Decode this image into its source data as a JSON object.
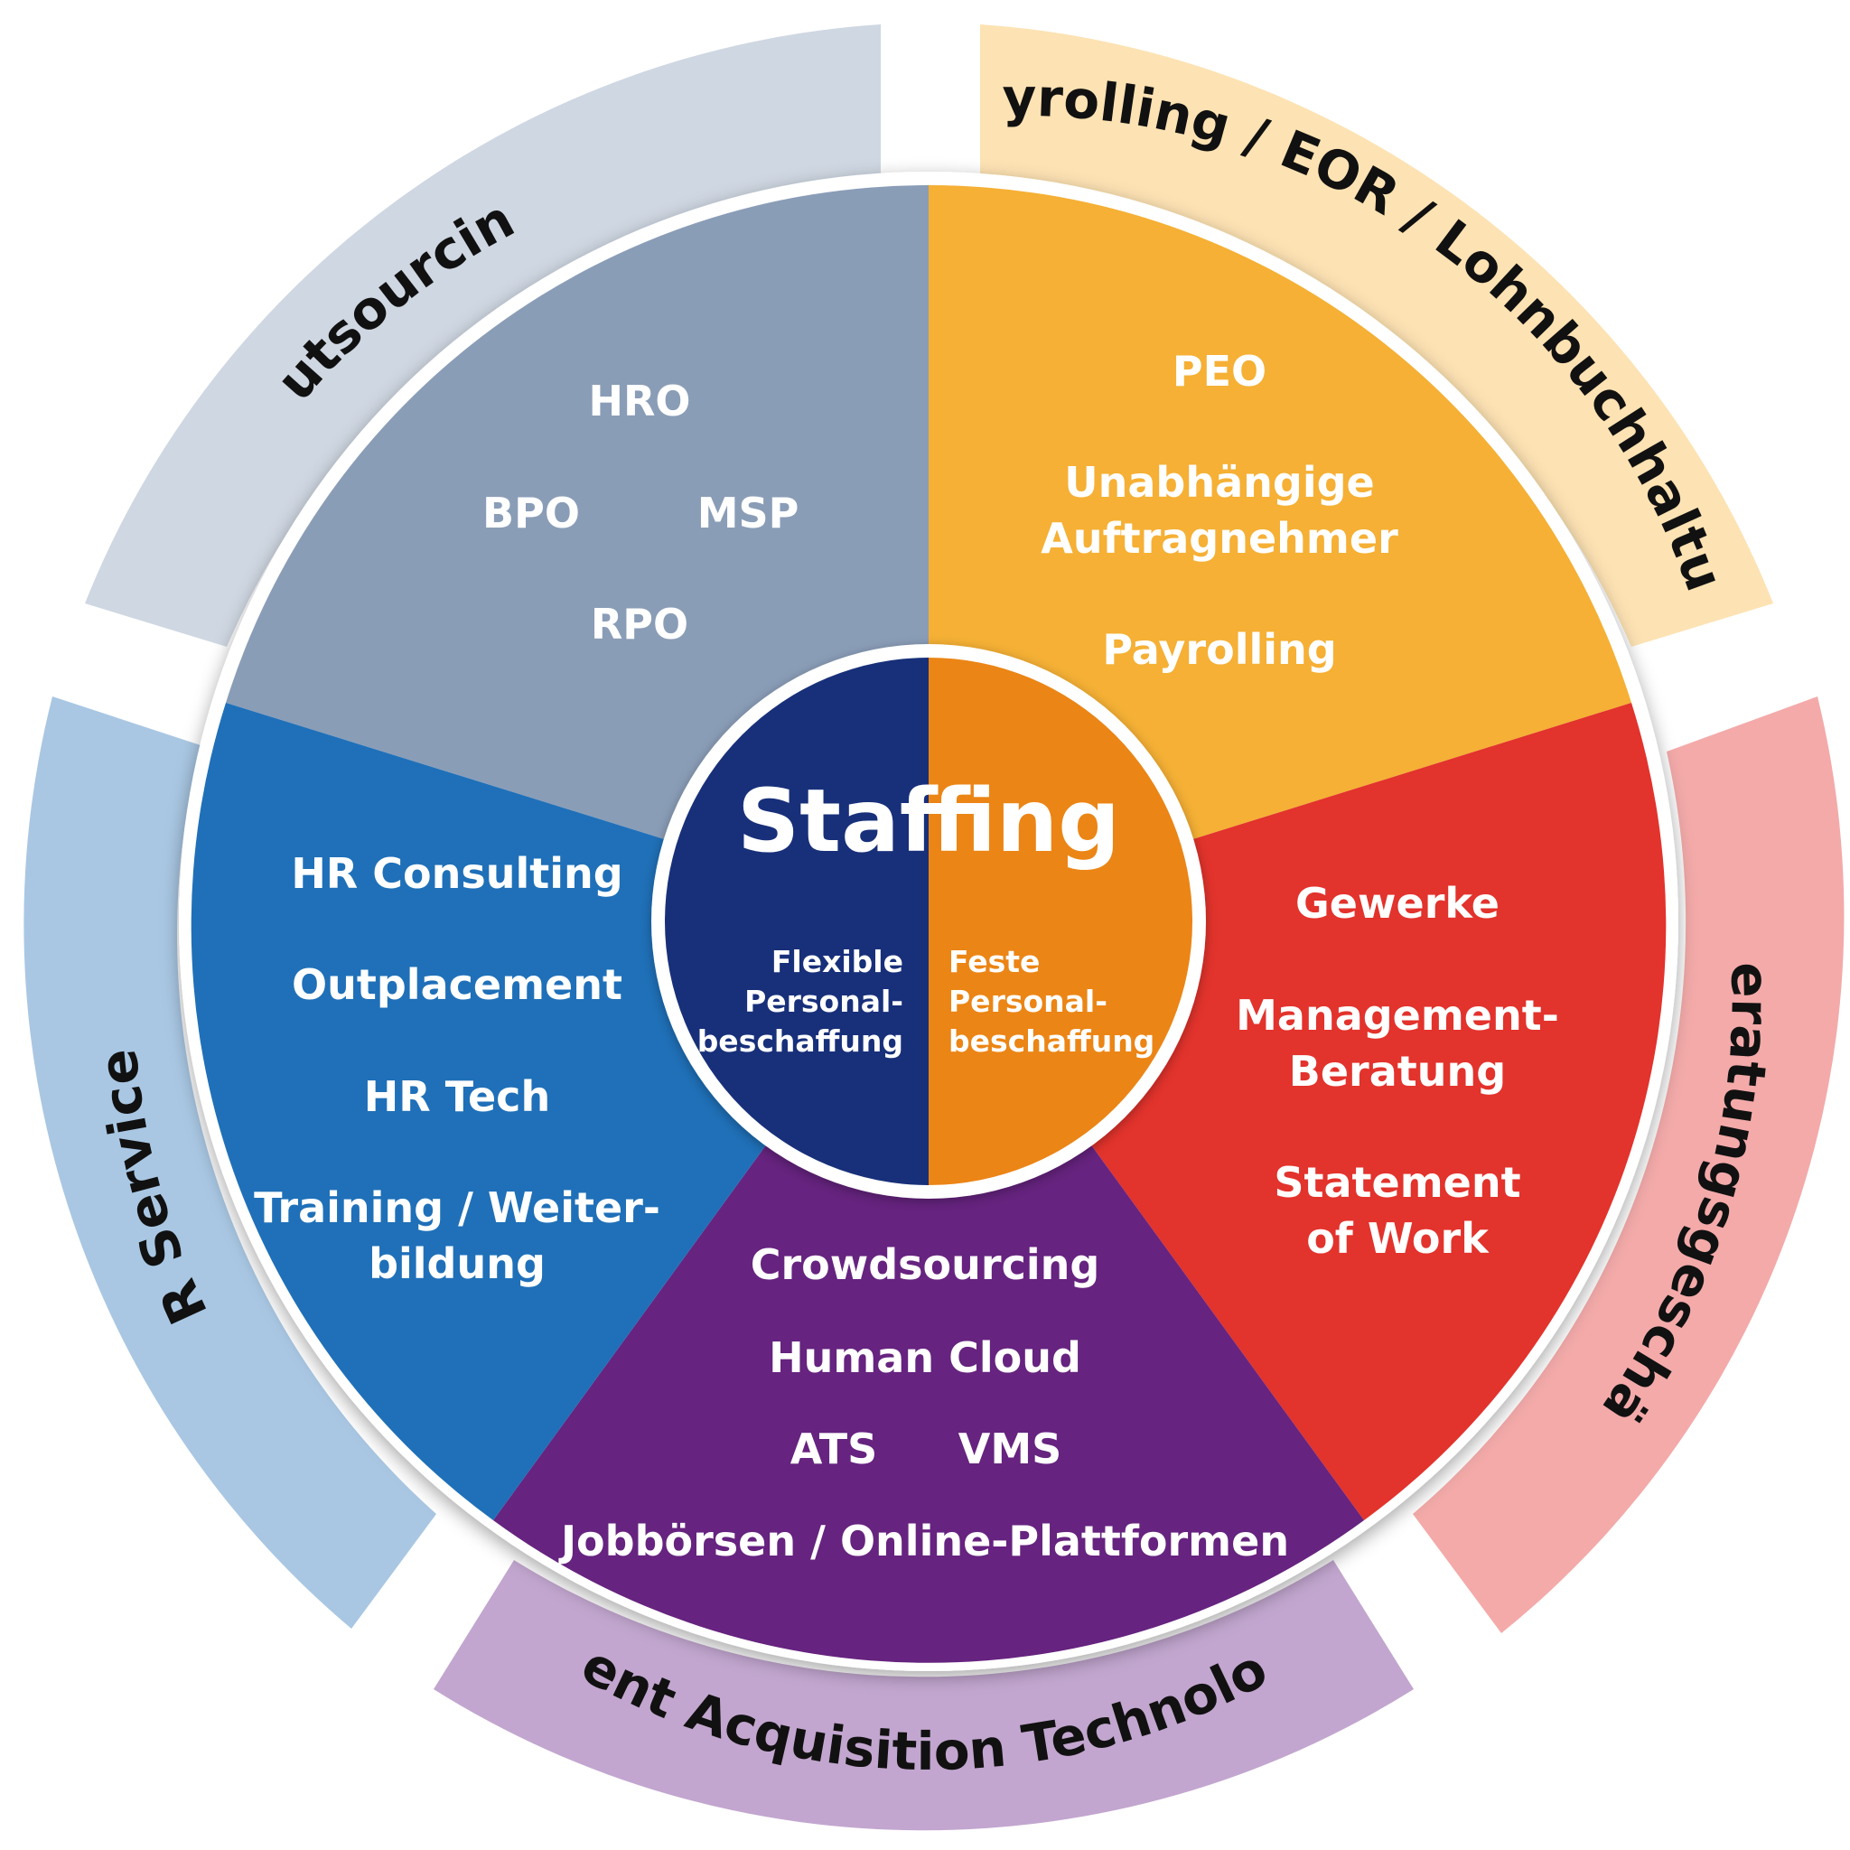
{
  "core": {
    "title": "Staffing",
    "left_color": "#18307a",
    "right_color": "#eb8515",
    "left_lines": [
      "Flexible",
      "Personal-",
      "beschaffung"
    ],
    "right_lines": [
      "Feste",
      "Personal-",
      "beschaffung"
    ]
  },
  "sectors": [
    {
      "id": "outsourcing",
      "label": "Outsourcing",
      "inner_color": "#8a9db7",
      "outer_color": "#cfd7e2",
      "items": [
        {
          "text": "HRO"
        },
        {
          "text": "BPO"
        },
        {
          "text": "MSP"
        },
        {
          "text": "RPO"
        }
      ]
    },
    {
      "id": "payrolling",
      "label": "Payrolling / EOR / Lohnbuchhaltung",
      "inner_color": "#f5b035",
      "outer_color": "#fde2b3",
      "items": [
        {
          "text": "PEO"
        },
        {
          "text": "Unabhängige"
        },
        {
          "text": "Auftragnehmer"
        },
        {
          "text": "Payrolling"
        }
      ]
    },
    {
      "id": "beratung",
      "label": "Beratungsgeschäft",
      "inner_color": "#e2332c",
      "outer_color": "#f3aaa9",
      "items": [
        {
          "text": "Gewerke"
        },
        {
          "text": "Management-"
        },
        {
          "text": "Beratung"
        },
        {
          "text": "Statement"
        },
        {
          "text": "of Work"
        }
      ]
    },
    {
      "id": "talent",
      "label": "Talent Acquisition Technologie",
      "inner_color": "#66237f",
      "outer_color": "#c2a6cf",
      "items": [
        {
          "text": "Crowdsourcing"
        },
        {
          "text": "Human Cloud"
        },
        {
          "text": "ATS"
        },
        {
          "text": "VMS"
        },
        {
          "text": "Jobbörsen / Online-Plattformen"
        }
      ]
    },
    {
      "id": "hrservices",
      "label": "HR Services",
      "inner_color": "#1f70b8",
      "outer_color": "#a9c7e3",
      "items": [
        {
          "text": "HR Consulting"
        },
        {
          "text": "Outplacement"
        },
        {
          "text": "HR Tech"
        },
        {
          "text": "Training / Weiter-"
        },
        {
          "text": "bildung"
        }
      ]
    }
  ]
}
